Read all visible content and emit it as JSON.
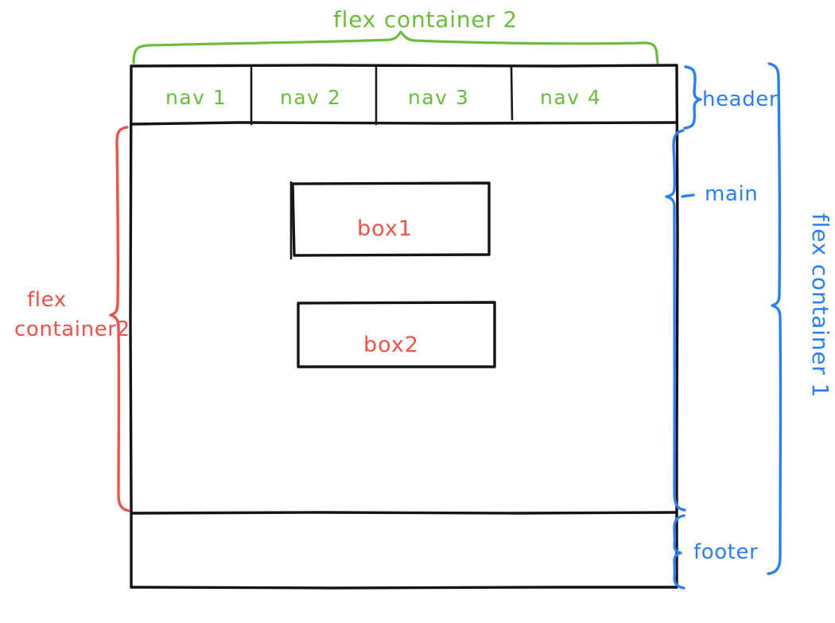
{
  "diagram": {
    "title": "CSS flexbox page layout wireframe sketch",
    "style": "hand-drawn",
    "background_color": "#ffffff",
    "ink_color": "#141414",
    "colors": {
      "green": "#6abe3c",
      "blue": "#2b7fff",
      "red": "#f0524a",
      "black": "#141414"
    }
  },
  "wireframe": {
    "header": {
      "nav_items": [
        {
          "label": "nav 1"
        },
        {
          "label": "nav 2"
        },
        {
          "label": "nav 3"
        },
        {
          "label": "nav 4"
        }
      ]
    },
    "main": {
      "boxes": [
        {
          "label": "box1"
        },
        {
          "label": "box2"
        }
      ]
    },
    "footer": {
      "label": ""
    }
  },
  "annotations": {
    "flex_container_2_top": {
      "text": "flex container 2",
      "color": "#6abe3c",
      "target": "header nav row",
      "orientation": "horizontal"
    },
    "flex_container_2_left": {
      "text_line_1": "flex",
      "text_line_2": "container2",
      "color": "#f0524a",
      "target": "main section",
      "orientation": "horizontal"
    },
    "header": {
      "text": "header",
      "color": "#2b7fff",
      "orientation": "horizontal"
    },
    "main": {
      "text": "main",
      "color": "#2b7fff",
      "orientation": "horizontal"
    },
    "footer": {
      "text": "footer",
      "color": "#2b7fff",
      "orientation": "horizontal"
    },
    "flex_container_1": {
      "text": "flex container 1",
      "color": "#2b7fff",
      "target": "whole page",
      "orientation": "vertical-rotated-90"
    }
  }
}
